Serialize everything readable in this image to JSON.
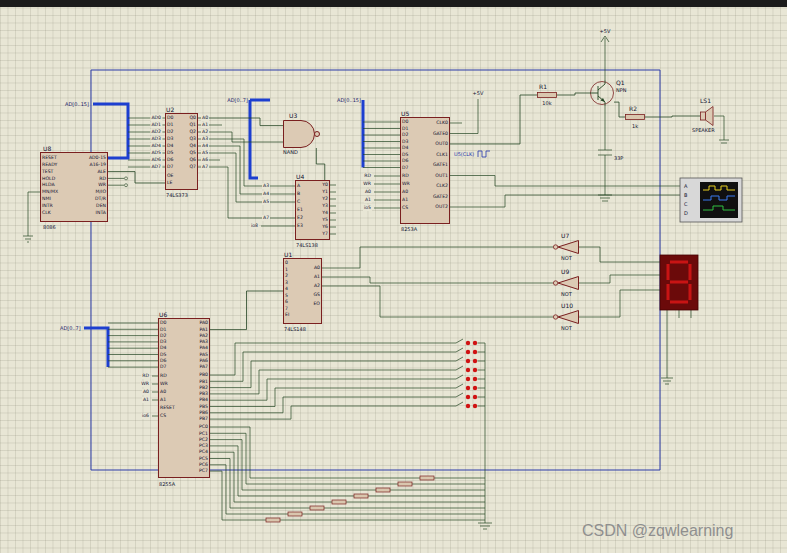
{
  "diagram": {
    "nodes": [
      {
        "text": [
          "U8",
          "8086"
        ]
      },
      {
        "text": [
          "U2",
          "74LS373"
        ]
      },
      {
        "text": [
          "U3",
          "NAND"
        ]
      },
      {
        "text": [
          "U4",
          "74LS138"
        ]
      },
      {
        "text": [
          "U5",
          "8253A"
        ]
      },
      {
        "text": [
          "R1"
        ]
      },
      {
        "text": [
          "Q1",
          "NPN"
        ]
      },
      {
        "text": [
          "R2"
        ]
      },
      {
        "text": [
          "LS1",
          "SPEAKER"
        ]
      },
      {
        "text": [
          "U1",
          "74LS148"
        ]
      },
      {
        "text": [
          "U6",
          "8255A"
        ]
      },
      {
        "text": [
          "U7",
          "NOT"
        ]
      },
      {
        "text": [
          "U9",
          "NOT"
        ]
      },
      {
        "text": [
          "U10",
          "NOT"
        ]
      }
    ],
    "edges": [
      {
        "from": 0,
        "to": 1,
        "arrow": "none"
      },
      {
        "from": 1,
        "to": 2,
        "arrow": "none"
      },
      {
        "from": 2,
        "to": 3,
        "arrow": "none"
      },
      {
        "from": 4,
        "to": 5,
        "arrow": "none"
      },
      {
        "from": 5,
        "to": 6,
        "arrow": "none"
      },
      {
        "from": 6,
        "to": 7,
        "arrow": "none"
      },
      {
        "from": 7,
        "to": 8,
        "arrow": "none"
      },
      {
        "from": 10,
        "to": 9,
        "arrow": "none"
      }
    ],
    "labels": [
      "RESET",
      "READY",
      "TEST",
      "HOLD",
      "HLDA",
      "MN/MX",
      "NMI",
      "INTR",
      "CLK",
      "AD0-15",
      "A16-19",
      "ALE",
      "RD",
      "WR",
      "M/IO",
      "DT/R",
      "DEN",
      "INTA",
      "D0",
      "D1",
      "D2",
      "D3",
      "D4",
      "D5",
      "D6",
      "D7",
      "OE",
      "LE",
      "Q0",
      "Q1",
      "Q2",
      "Q3",
      "Q4",
      "Q5",
      "Q6",
      "Q7",
      "AD0",
      "AD1",
      "AD2",
      "AD3",
      "AD4",
      "AD5",
      "AD6",
      "AD7",
      "A0",
      "A1",
      "A2",
      "A3",
      "A4",
      "A5",
      "A6",
      "A7",
      "A",
      "B",
      "C",
      "E1",
      "E2",
      "E3",
      "Y0",
      "Y1",
      "Y2",
      "Y3",
      "Y4",
      "Y5",
      "Y6",
      "Y7",
      "A3",
      "A4",
      "A5",
      "A7",
      "io8",
      "D0",
      "D1",
      "D2",
      "D3",
      "D4",
      "D5",
      "D6",
      "D7",
      "RD",
      "WR",
      "A0",
      "A1",
      "CS",
      "CLK0",
      "GATE0",
      "OUT0",
      "CLK1",
      "GATE1",
      "OUT1",
      "CLK2",
      "GATE2",
      "OUT2",
      "RD",
      "WR",
      "A0",
      "A1",
      "io5",
      "D0",
      "D1",
      "D2",
      "D3",
      "D4",
      "D5",
      "D6",
      "D7",
      "RD",
      "WR",
      "A0",
      "A1",
      "RESET",
      "CS",
      "PA0",
      "PA1",
      "PA2",
      "PA3",
      "PA4",
      "PA5",
      "PA6",
      "PA7",
      "PB0",
      "PB1",
      "PB2",
      "PB3",
      "PB4",
      "PB5",
      "PB6",
      "PB7",
      "PC0",
      "PC1",
      "PC2",
      "PC3",
      "PC4",
      "PC5",
      "PC6",
      "PC7",
      "RD",
      "WR",
      "A0",
      "A1",
      "io6",
      "0",
      "1",
      "2",
      "3",
      "4",
      "5",
      "6",
      "7",
      "EI",
      "A0",
      "A1",
      "A2",
      "GS",
      "EO",
      "AD[0..15]",
      "AD[0..7]",
      "AD[0..15]",
      "AD[0..7]",
      "+5V",
      "+5V",
      "10k",
      "1k",
      "33P",
      "U5(CLK)",
      "A",
      "B",
      "C",
      "D",
      "CSDN @zqwlearning"
    ]
  }
}
